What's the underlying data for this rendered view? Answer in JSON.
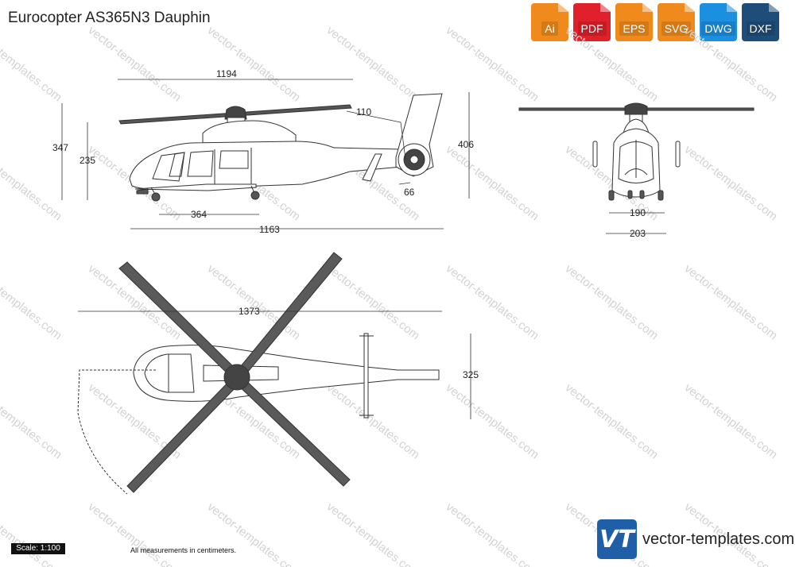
{
  "title": "Eurocopter AS365N3 Dauphin",
  "formats": [
    {
      "label": "Ai",
      "color": "#f08a1c",
      "icon": "ai-file-icon"
    },
    {
      "label": "PDF",
      "color": "#e0202a",
      "icon": "pdf-file-icon"
    },
    {
      "label": "EPS",
      "color": "#f08a1c",
      "icon": "eps-file-icon"
    },
    {
      "label": "SVG",
      "color": "#f08a1c",
      "icon": "svg-file-icon"
    },
    {
      "label": "DWG",
      "color": "#1b8fe0",
      "icon": "dwg-file-icon"
    },
    {
      "label": "DXF",
      "color": "#1f4d7a",
      "icon": "dxf-file-icon"
    }
  ],
  "dimensions": {
    "rotor_span": "1194",
    "tail_rotor": "110",
    "overall_height": "406",
    "fuselage_height": "347",
    "cabin_height": "235",
    "fenestron_offset": "66",
    "wheelbase": "364",
    "overall_length": "1163",
    "front_track": "190",
    "front_width": "203",
    "rotor_diameter": "1373",
    "stabilizer_span": "325"
  },
  "scale": "Scale: 1:100",
  "note": "All measurements in centimeters.",
  "watermark": "vector-templates.com",
  "brand": {
    "logo": "VT",
    "name": "vector-templates.com",
    "color": "#1f5fa8"
  },
  "colors": {
    "blade": "#5a5a5a",
    "line": "#333333"
  }
}
